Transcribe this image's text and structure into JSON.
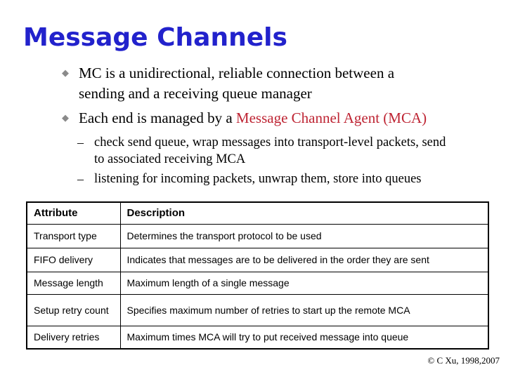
{
  "slide": {
    "title": "Message Channels",
    "footer": "© C Xu, 1998,2007"
  },
  "colors": {
    "title_blue": "#2222CC",
    "highlight_red": "#BE2433",
    "bullet_gray": "#8A8A8A"
  },
  "content": {
    "bullet_marker": "◆",
    "sub_bullet_marker": "–",
    "bullet1": "MC is a unidirectional, reliable connection between a\nsending and a receiving queue manager",
    "bullet2_plain": "Each end is managed by a ",
    "bullet2_highlight": "Message Channel Agent (MCA)",
    "sub_bullet1": "check send queue, wrap messages into transport-level packets, send\nto associated receiving MCA",
    "sub_bullet2": "listening for incoming packets, unwrap them, store into queues"
  },
  "table": {
    "headers": [
      "Attribute",
      "Description"
    ],
    "rows": [
      [
        "Transport type",
        "Determines the transport protocol to be used"
      ],
      [
        "FIFO delivery",
        "Indicates that messages are to be delivered in the order they are sent"
      ],
      [
        "Message length",
        "Maximum length of a single message"
      ],
      [
        "Setup retry count",
        "Specifies maximum number of retries to start up the remote MCA"
      ],
      [
        "Delivery retries",
        "Maximum times MCA will try to put received message into queue"
      ]
    ]
  }
}
